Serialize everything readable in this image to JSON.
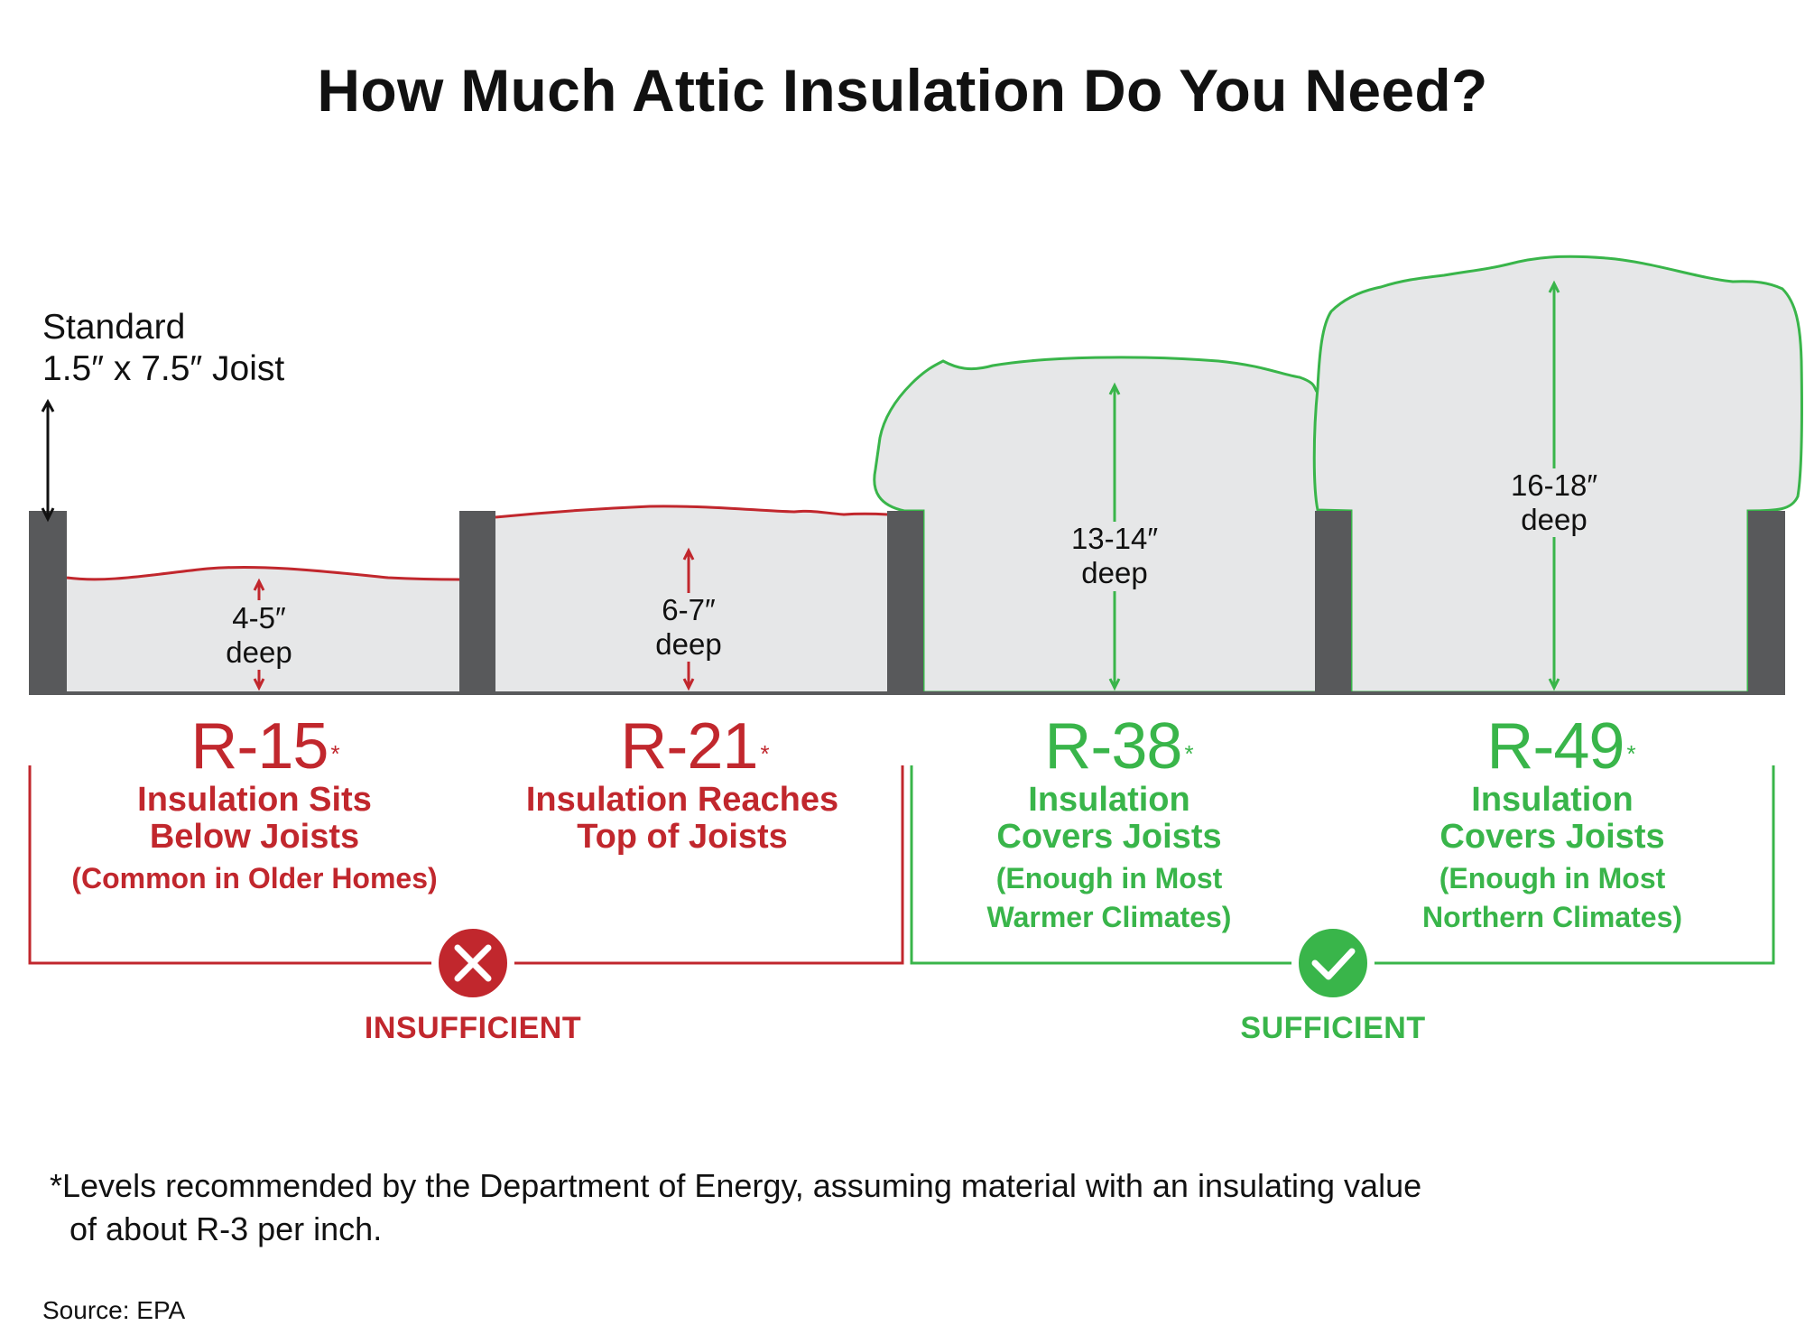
{
  "title": "How Much Attic Insulation Do You Need?",
  "joist_label": {
    "line1": "Standard",
    "line2": "1.5″ x 7.5″ Joist"
  },
  "colors": {
    "insufficient": "#c1272d",
    "sufficient": "#39b54a",
    "joist": "#58595b",
    "insulation_fill": "#e6e7e8"
  },
  "panels": [
    {
      "depth_line1": "4-5″",
      "depth_line2": "deep",
      "rvalue": "R-15",
      "asterisk": "*",
      "desc_main_1": "Insulation Sits",
      "desc_main_2": "Below Joists",
      "desc_sub_1": "(Common in Older Homes)",
      "desc_sub_2": ""
    },
    {
      "depth_line1": "6-7″",
      "depth_line2": "deep",
      "rvalue": "R-21",
      "asterisk": "*",
      "desc_main_1": "Insulation Reaches",
      "desc_main_2": "Top of Joists",
      "desc_sub_1": "",
      "desc_sub_2": ""
    },
    {
      "depth_line1": "13-14″",
      "depth_line2": "deep",
      "rvalue": "R-38",
      "asterisk": "*",
      "desc_main_1": "Insulation",
      "desc_main_2": "Covers Joists",
      "desc_sub_1": "(Enough in Most",
      "desc_sub_2": "Warmer Climates)"
    },
    {
      "depth_line1": "16-18″",
      "depth_line2": "deep",
      "rvalue": "R-49",
      "asterisk": "*",
      "desc_main_1": "Insulation",
      "desc_main_2": "Covers  Joists",
      "desc_sub_1": "(Enough in Most",
      "desc_sub_2": "Northern Climates)"
    }
  ],
  "verdicts": {
    "insufficient": "INSUFFICIENT",
    "sufficient": "SUFFICIENT"
  },
  "icons": {
    "insufficient": "x-icon",
    "sufficient": "check-icon"
  },
  "footnote": {
    "line1": "*Levels recommended by the Department of Energy, assuming material with an insulating value",
    "line2": "of about R-3 per inch."
  },
  "source": "Source: EPA"
}
